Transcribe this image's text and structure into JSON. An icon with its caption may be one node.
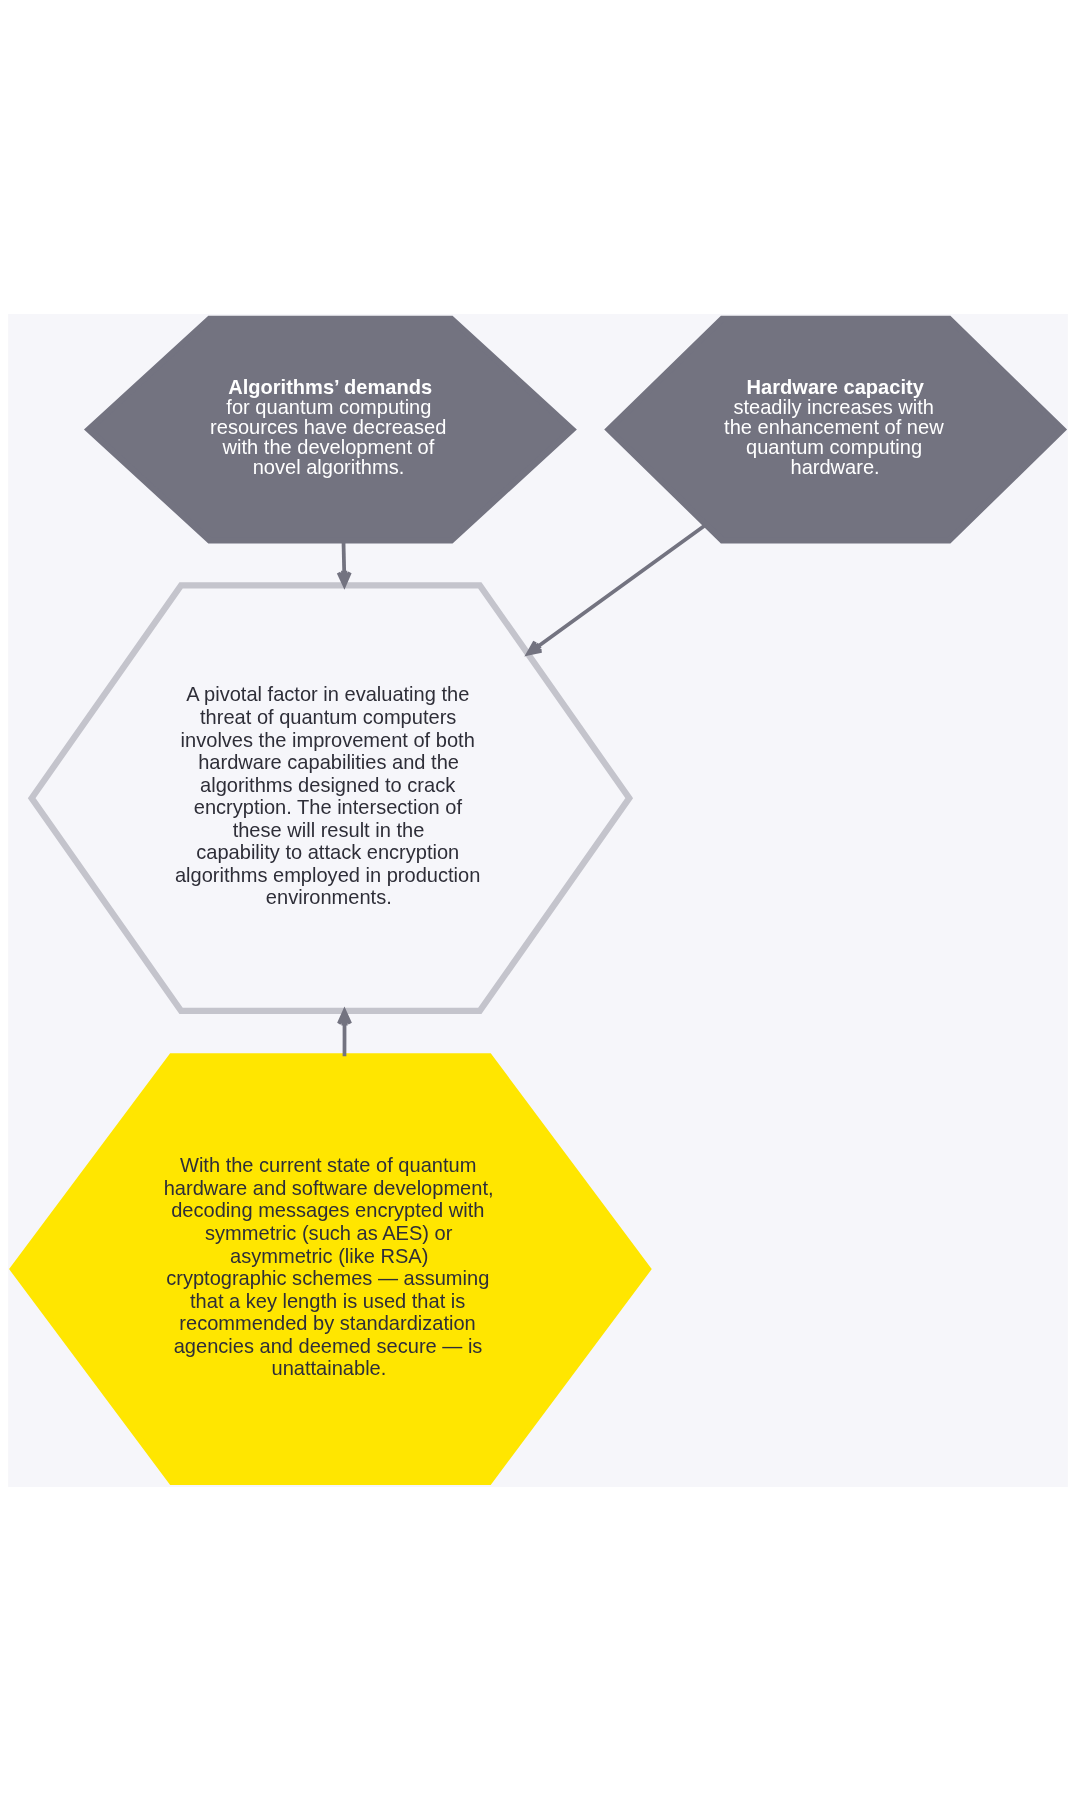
{
  "diagram": {
    "nodes": [
      {
        "text": [
          "Algorithms’ demands",
          "for quantum computing resources have decreased with the development of novel algorithms."
        ]
      },
      {
        "text": [
          "Hardware capacity",
          "steadily increases with the enhancement of new quantum computing hardware."
        ]
      },
      {
        "text": [
          "A pivotal factor in evaluating the threat of quantum computers involves the improvement of both hardware capabilities and the algorithms designed to crack encryption. The intersection of these will result in the capability to attack encryption algorithms employed in production environments."
        ]
      },
      {
        "text": [
          "With the current state of quantum hardware and software development, decoding messages encrypted with symmetric (such as AES) or asymmetric (like RSA) cryptographic schemes — assuming that a key length is used that is recommended by standardization agencies and deemed secure — is unattainable."
        ]
      }
    ],
    "edges": [
      {
        "from": 0,
        "to": 2,
        "arrow": "to"
      },
      {
        "from": 1,
        "to": 2,
        "arrow": "to"
      },
      {
        "from": 3,
        "to": 2,
        "arrow": "to"
      }
    ]
  }
}
